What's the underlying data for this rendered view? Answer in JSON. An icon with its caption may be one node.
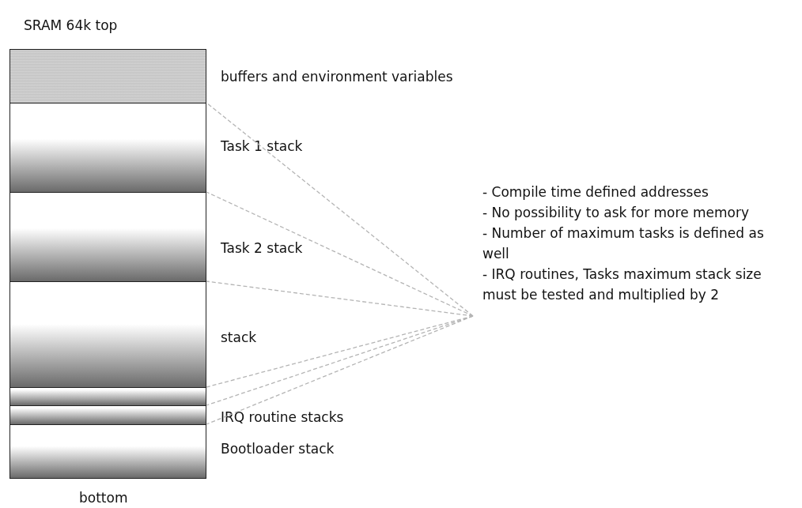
{
  "diagram": {
    "nodes": [
      {
        "text": [
          "buffers and environment variables"
        ]
      },
      {
        "text": [
          "Task 1 stack"
        ]
      },
      {
        "text": [
          "Task 2 stack"
        ]
      },
      {
        "text": [
          "stack"
        ]
      },
      {
        "text": [],
        "shape": "bar"
      },
      {
        "text": [
          "IRQ routine stacks"
        ]
      },
      {
        "text": [
          "Bootloader stack"
        ]
      },
      {
        "text": [
          "- Compile time defined addresses",
          "- No possibility to ask for more memory",
          "- Number of maximum tasks is defined as well",
          "- IRQ routines, Tasks maximum stack size must be tested and multiplied by 2"
        ]
      }
    ],
    "edges": [
      {
        "from": 7,
        "to": 1,
        "arrow": "none",
        "style": "dashed"
      },
      {
        "from": 7,
        "to": 2,
        "arrow": "none",
        "style": "dashed"
      },
      {
        "from": 7,
        "to": 3,
        "arrow": "none",
        "style": "dashed"
      },
      {
        "from": 7,
        "to": 4,
        "arrow": "none",
        "style": "dashed"
      },
      {
        "from": 7,
        "to": 5,
        "arrow": "none",
        "style": "dashed"
      },
      {
        "from": 7,
        "to": 6,
        "arrow": "none",
        "style": "dashed"
      }
    ],
    "labels": [
      "SRAM 64k top",
      "bottom"
    ]
  }
}
